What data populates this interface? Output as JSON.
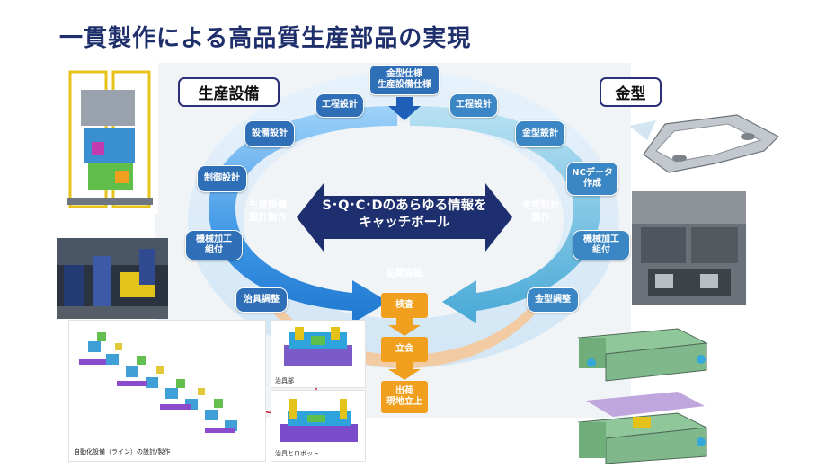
{
  "title": "一貫製作による高品質生産部品の実現",
  "labels": {
    "production_equipment": "生産設備",
    "mold": "金型"
  },
  "top_node": {
    "line1": "金型仕様",
    "line2": "生産設備仕様"
  },
  "left_nodes": [
    "工程設計",
    "設備設計",
    "制御設計",
    "機械加工\n組付",
    "治具調整"
  ],
  "right_nodes": [
    "工程設計",
    "金型設計",
    "NCデータ\n作成",
    "機械加工\n組付",
    "金型調整"
  ],
  "center": {
    "line1": "S･Q･C･Dのあらゆる情報を",
    "line2": "キャッチボール"
  },
  "left_center": {
    "line1": "生産設備",
    "line2": "設計製作"
  },
  "right_center": {
    "line1": "金型設計",
    "line2": "製作"
  },
  "quality": {
    "header": "品質保証",
    "steps": [
      "検査",
      "立会",
      "出荷\n現地立上"
    ]
  },
  "captions": {
    "line_design": "自動化設備（ライン）の設計/製作",
    "jig": "治具部",
    "jig_robot": "治具とロボット"
  },
  "colors": {
    "title": "#1f2f6b",
    "node_blue": "#2f6fb8",
    "ring_blue": "#4aa2e8",
    "arrow_navy": "#1d2f6e",
    "quality_orange": "#f0a01e"
  }
}
